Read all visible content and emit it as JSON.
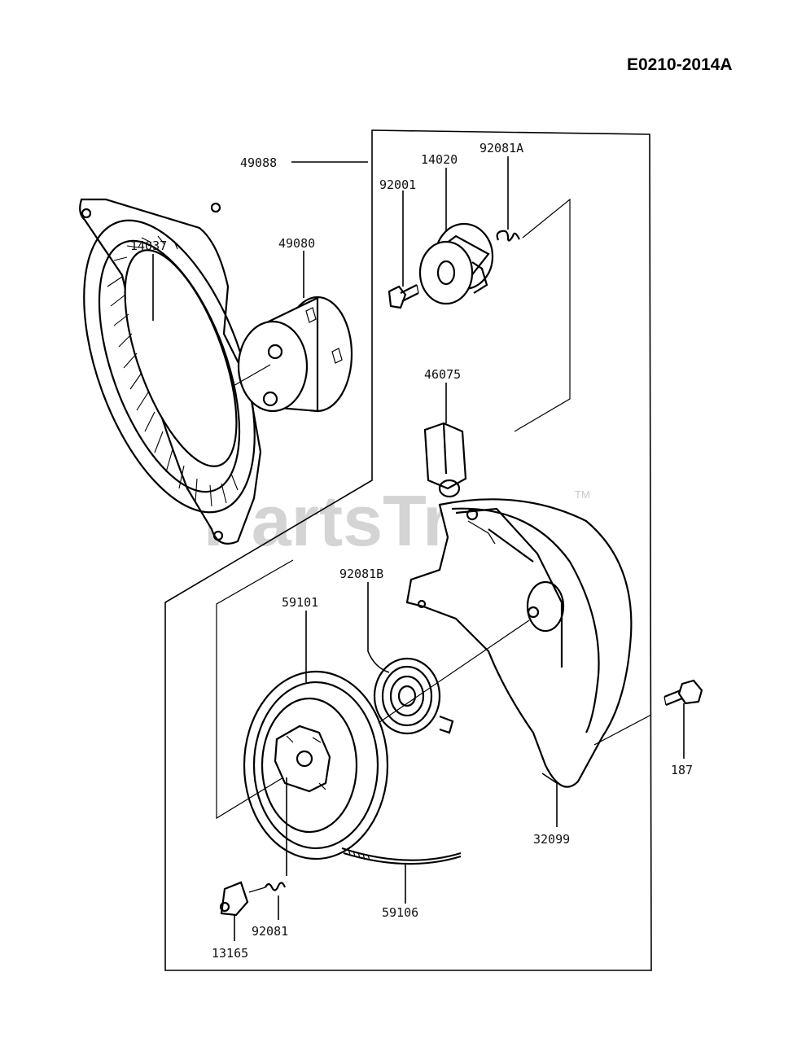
{
  "diagram_code": "E0210-2014A",
  "watermark": "PartsTree",
  "trademark": "TM",
  "labels": {
    "p49088": "49088",
    "p14020": "14020",
    "p92081A": "92081A",
    "p92001": "92001",
    "p14037": "14037",
    "p49080": "49080",
    "p46075": "46075",
    "p92081B": "92081B",
    "p59101": "59101",
    "p187": "187",
    "p32099": "32099",
    "p59106": "59106",
    "p92081": "92081",
    "p13165": "13165"
  }
}
